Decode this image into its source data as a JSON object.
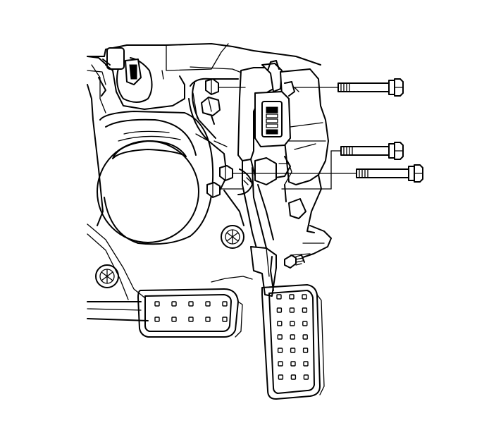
{
  "diagram": {
    "kind": "line-illustration",
    "subject": "accelerator-pedal-assembly-exploded-view",
    "colors": {
      "line": "#000000",
      "background": "#ffffff"
    },
    "fasteners": {
      "bolts": 3,
      "nuts": 3
    },
    "brake_pedal_pad_dimples": {
      "rows": 2,
      "cols": 5
    },
    "accelerator_pedal_pad_dimples": {
      "rows": 7,
      "cols": 3
    }
  }
}
